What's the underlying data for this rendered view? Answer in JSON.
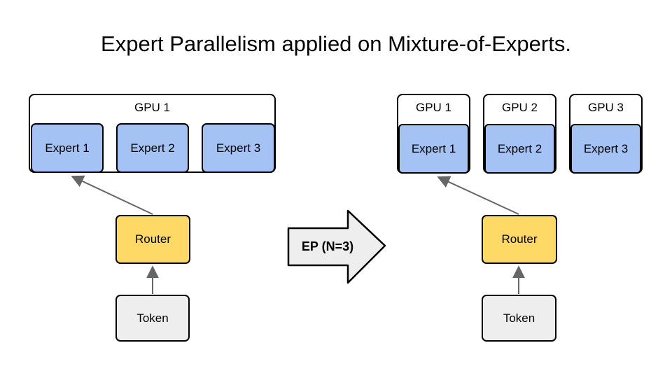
{
  "title": "Expert Parallelism applied on Mixture-of-Experts.",
  "transform_arrow": {
    "label": "EP (N=3)"
  },
  "colors": {
    "expert_fill": "#a4c2f4",
    "router_fill": "#ffd966",
    "token_fill": "#eeeeee",
    "gpu_fill": "#ffffff",
    "border": "#000000",
    "arrow_line": "#666666",
    "block_arrow_fill": "#eeeeee"
  },
  "left_diagram": {
    "gpu": {
      "label": "GPU 1"
    },
    "experts": [
      {
        "label": "Expert 1"
      },
      {
        "label": "Expert 2"
      },
      {
        "label": "Expert 3"
      }
    ],
    "router": {
      "label": "Router"
    },
    "token": {
      "label": "Token"
    }
  },
  "right_diagram": {
    "gpus": [
      {
        "label": "GPU 1",
        "expert": "Expert 1"
      },
      {
        "label": "GPU 2",
        "expert": "Expert 2"
      },
      {
        "label": "GPU 3",
        "expert": "Expert 3"
      }
    ],
    "router": {
      "label": "Router"
    },
    "token": {
      "label": "Token"
    }
  }
}
